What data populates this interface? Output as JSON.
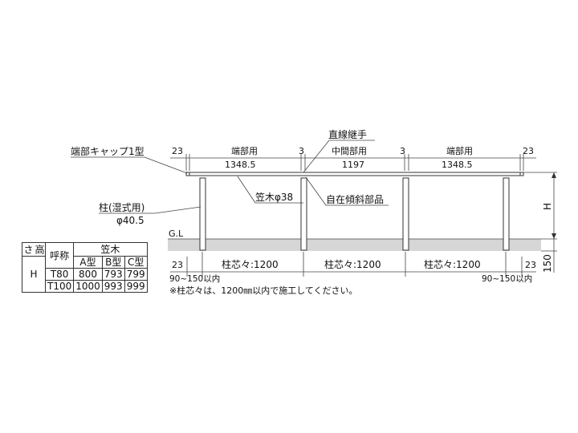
{
  "labels": {
    "straight_joint": "直線継手",
    "end_cap": "端部キャップ1型",
    "post_name": "柱(湿式用)",
    "post_dia": "φ40.5",
    "beam": "笠木φ38",
    "tilt_part": "自在傾斜部品",
    "ground": "G.L",
    "height": "H",
    "depth": "150",
    "note": "※柱芯々は、1200㎜以内で施工してください。"
  },
  "top_dims": {
    "edge_left": "23",
    "end_left_label": "端部用",
    "end_left_value": "1348.5",
    "gap1": "3",
    "middle_label": "中間部用",
    "middle_value": "1197",
    "gap2": "3",
    "end_right_label": "端部用",
    "end_right_value": "1348.5",
    "edge_right": "23"
  },
  "bottom_dims": {
    "left_offset": "23",
    "span1": "柱芯々:1200",
    "span2": "柱芯々:1200",
    "span3": "柱芯々:1200",
    "right_offset": "23",
    "left_range": "90~150以内",
    "right_range": "90~150以内"
  },
  "table": {
    "h_group": "高さ",
    "h_symbol": "H",
    "name_header": "呼称",
    "group_header": "笠木",
    "columns": [
      "A型",
      "B型",
      "C型"
    ],
    "rows": [
      {
        "name": "T80",
        "values": [
          "800",
          "793",
          "799"
        ]
      },
      {
        "name": "T100",
        "values": [
          "1000",
          "993",
          "999"
        ]
      }
    ]
  }
}
